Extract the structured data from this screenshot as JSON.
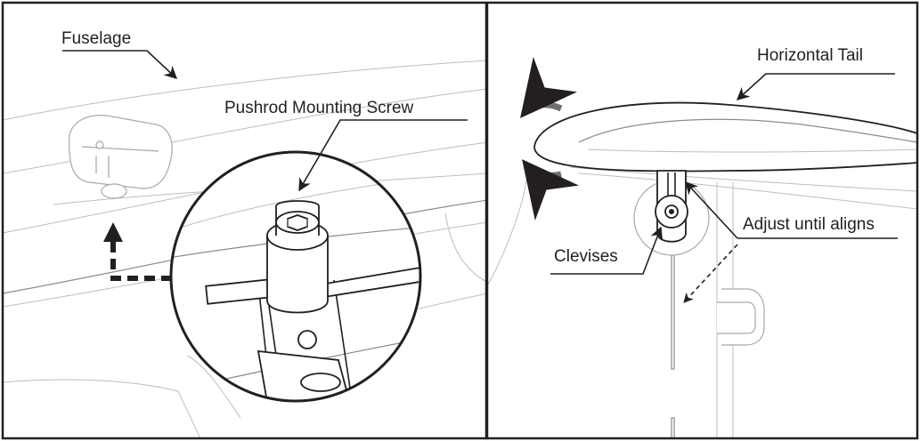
{
  "colors": {
    "ink": "#231f20",
    "pale_line": "#bdbdbd",
    "arrow_gray": "#6d6e71"
  },
  "left_panel": {
    "fuselage_label": "Fuselage",
    "screw_label": "Pushrod Mounting Screw"
  },
  "right_panel": {
    "tail_label": "Horizontal Tail",
    "clevis_label": "Clevises",
    "adjust_label": "Adjust until aligns"
  }
}
